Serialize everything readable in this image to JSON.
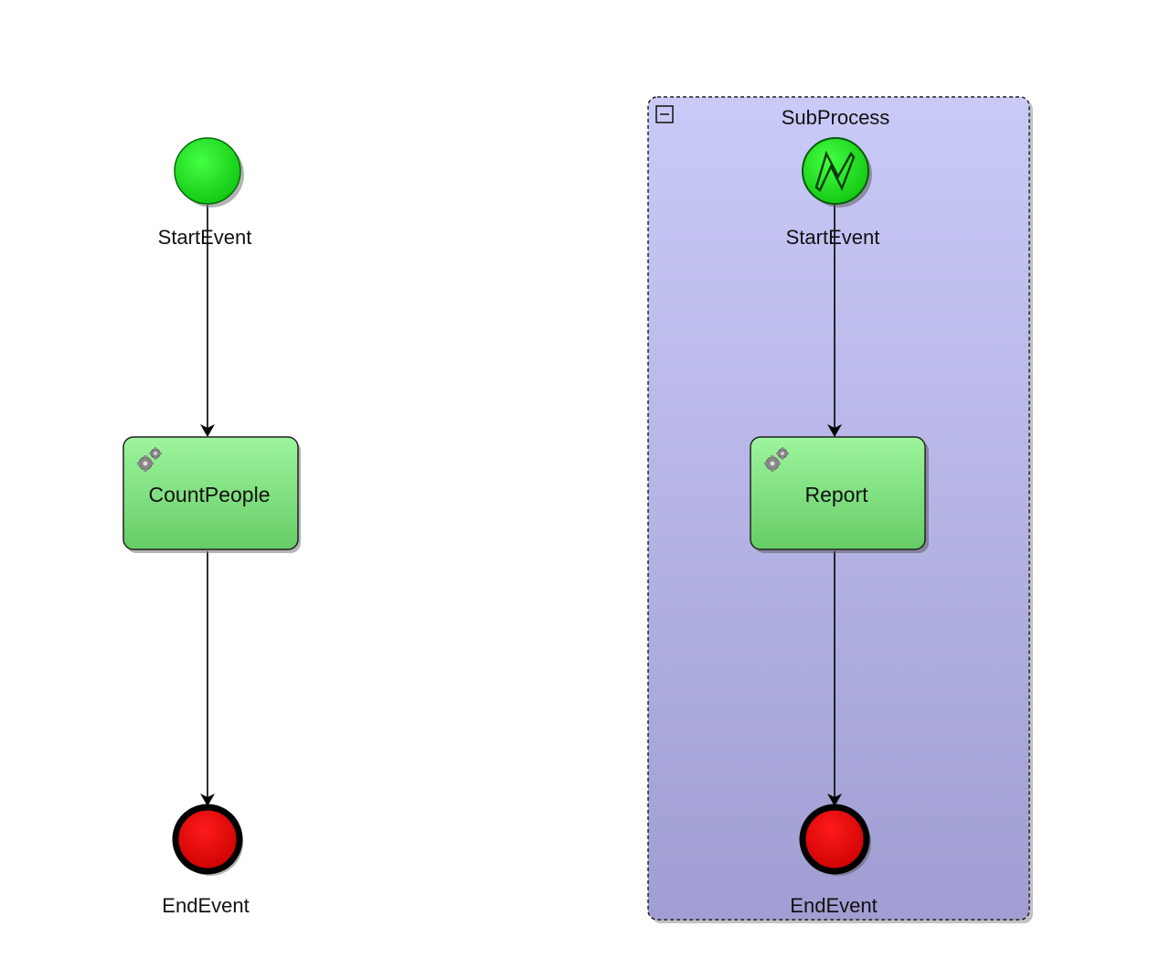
{
  "main_process": {
    "start_event": {
      "label": "StartEvent",
      "icon": "start-event-circle",
      "color": "#22dd22"
    },
    "task": {
      "label": "CountPeople",
      "icon": "gears-icon",
      "color": "#7fd97f"
    },
    "end_event": {
      "label": "EndEvent",
      "icon": "end-event-circle",
      "color": "#e00000"
    }
  },
  "subprocess": {
    "title": "SubProcess",
    "collapse_icon": "minus-square-icon",
    "background_color": "#c4c4f4",
    "start_event": {
      "label": "StartEvent",
      "icon": "signal-lightning-icon",
      "color": "#22dd22"
    },
    "task": {
      "label": "Report",
      "icon": "gears-icon",
      "color": "#7fd97f"
    },
    "end_event": {
      "label": "EndEvent",
      "icon": "end-event-circle",
      "color": "#e00000"
    }
  }
}
